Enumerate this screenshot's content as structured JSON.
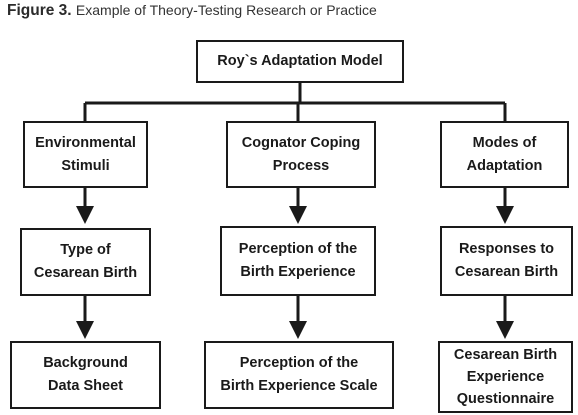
{
  "caption": {
    "lead": "Figure 3.",
    "text": "Example of Theory-Testing Research or Practice"
  },
  "diagram": {
    "root": "Roy`s Adaptation Model",
    "columns": [
      {
        "concept": "Environmental\nStimuli",
        "variable": "Type of\nCesarean Birth",
        "measure": "Background\nData Sheet"
      },
      {
        "concept": "Cognator Coping\nProcess",
        "variable": "Perception of the\nBirth Experience",
        "measure": "Perception of the\nBirth Experience Scale"
      },
      {
        "concept": "Modes of\nAdaptation",
        "variable": "Responses to\nCesarean Birth",
        "measure": "Cesarean Birth\nExperience\nQuestionnaire"
      }
    ]
  },
  "colors": {
    "line": "#1a1a1a",
    "box_border": "#1a1a1a",
    "background": "#ffffff"
  }
}
